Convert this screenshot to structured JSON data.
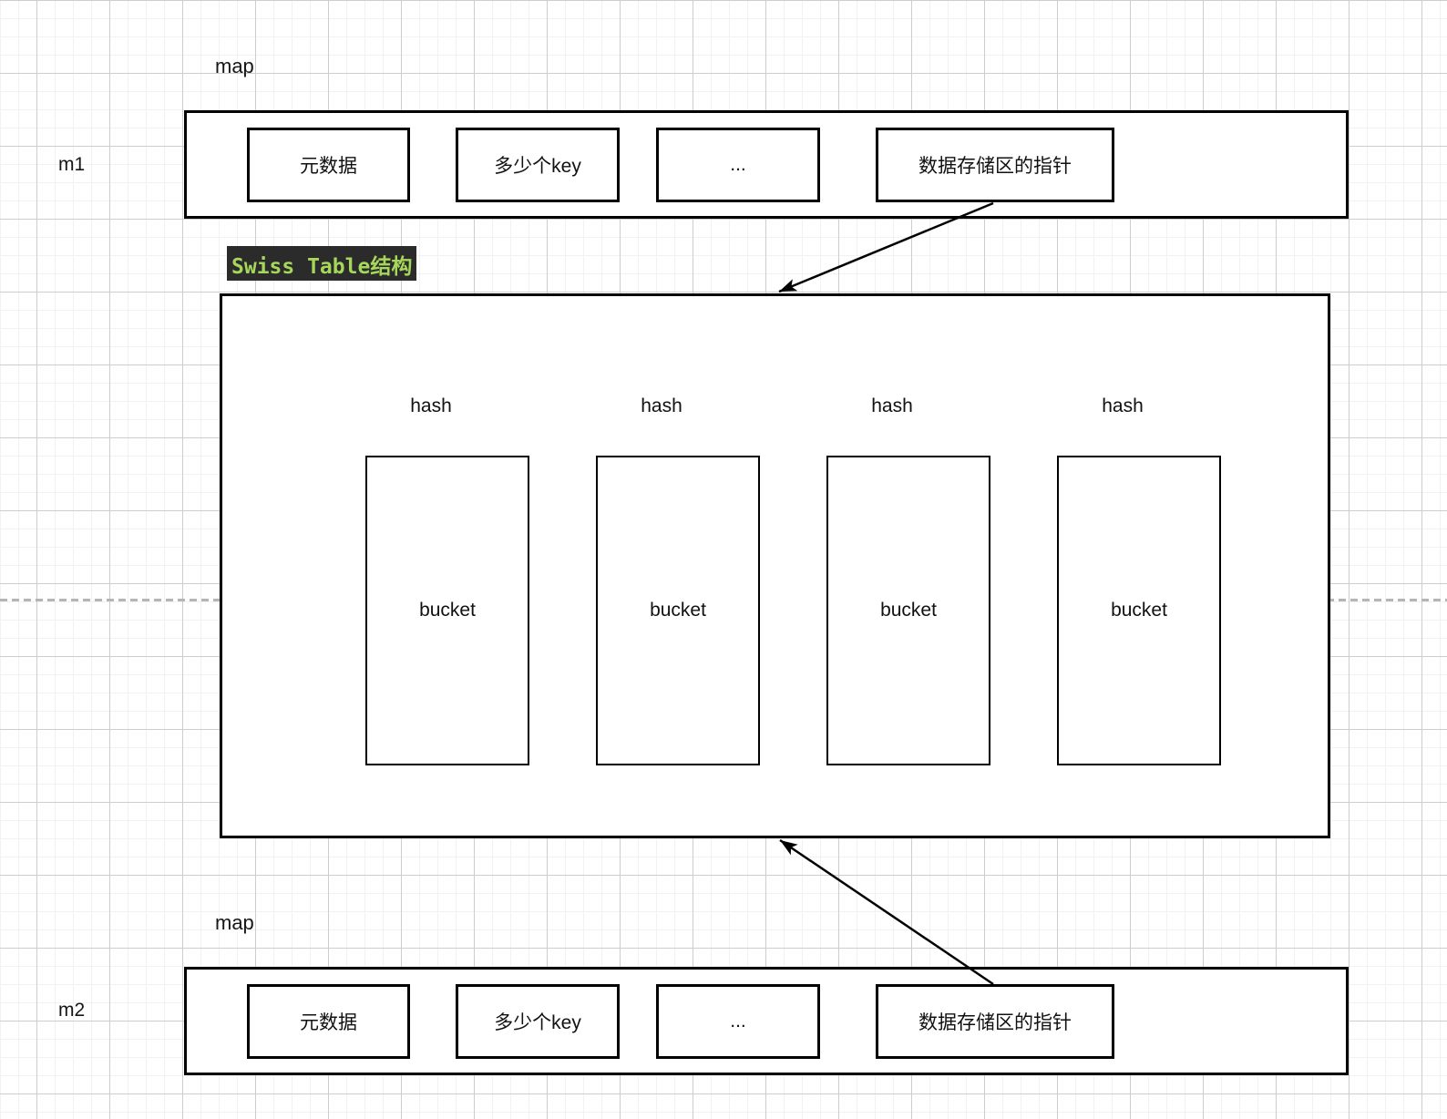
{
  "maps": [
    {
      "var_label": "m1",
      "type_label": "map",
      "fields": [
        "元数据",
        "多少个key",
        "...",
        "数据存储区的指针"
      ]
    },
    {
      "var_label": "m2",
      "type_label": "map",
      "fields": [
        "元数据",
        "多少个key",
        "...",
        "数据存储区的指针"
      ]
    }
  ],
  "swiss": {
    "title": "Swiss Table结构",
    "columns": [
      {
        "hash_label": "hash",
        "bucket_label": "bucket"
      },
      {
        "hash_label": "hash",
        "bucket_label": "bucket"
      },
      {
        "hash_label": "hash",
        "bucket_label": "bucket"
      },
      {
        "hash_label": "hash",
        "bucket_label": "bucket"
      }
    ]
  },
  "colors": {
    "title_badge_bg": "#2b2b2b",
    "title_badge_text": "#a6d75a",
    "shape_stroke": "#000000",
    "dashed_guide": "#b5b5b5",
    "grid_minor": "#f2f2f2",
    "grid_major": "#cdcdcd",
    "background": "#ffffff"
  }
}
